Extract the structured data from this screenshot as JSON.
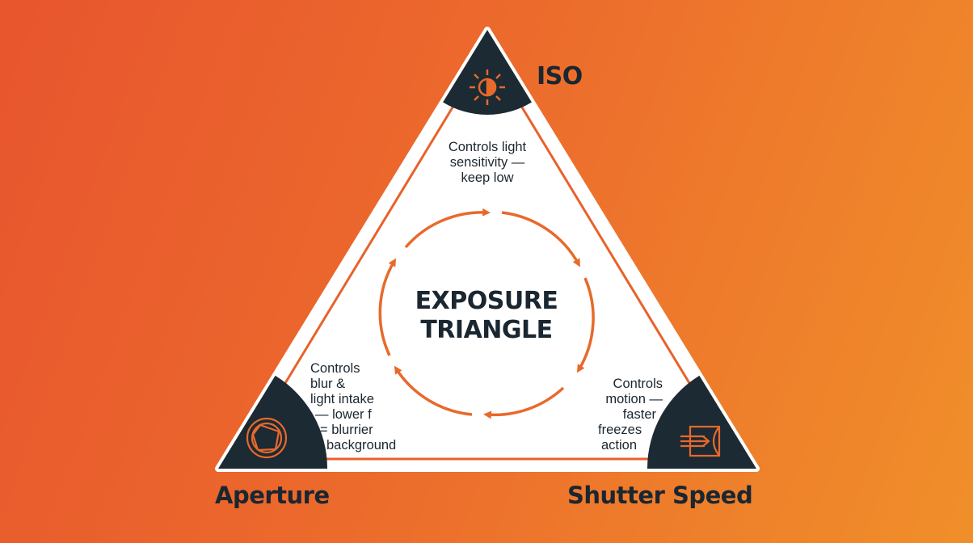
{
  "title_line1": "EXPOSURE",
  "title_line2": "TRIANGLE",
  "corners": {
    "iso": {
      "label": "ISO",
      "icon": "sun-half-icon",
      "desc": [
        "Controls light",
        "sensitivity —",
        "keep low"
      ]
    },
    "aperture": {
      "label": "Aperture",
      "icon": "aperture-icon",
      "desc": [
        "Controls",
        "blur &",
        "light intake",
        "— lower f",
        "= blurrier",
        "background"
      ]
    },
    "shutter": {
      "label": "Shutter Speed",
      "icon": "shutter-motion-icon",
      "desc": [
        "Controls",
        "motion —",
        "faster",
        "freezes",
        "action"
      ]
    }
  },
  "colors": {
    "background_left": "#e8552e",
    "background_right": "#f08f2a",
    "dark": "#1c2a33",
    "accent": "#e8622a",
    "panel": "#ffffff"
  }
}
